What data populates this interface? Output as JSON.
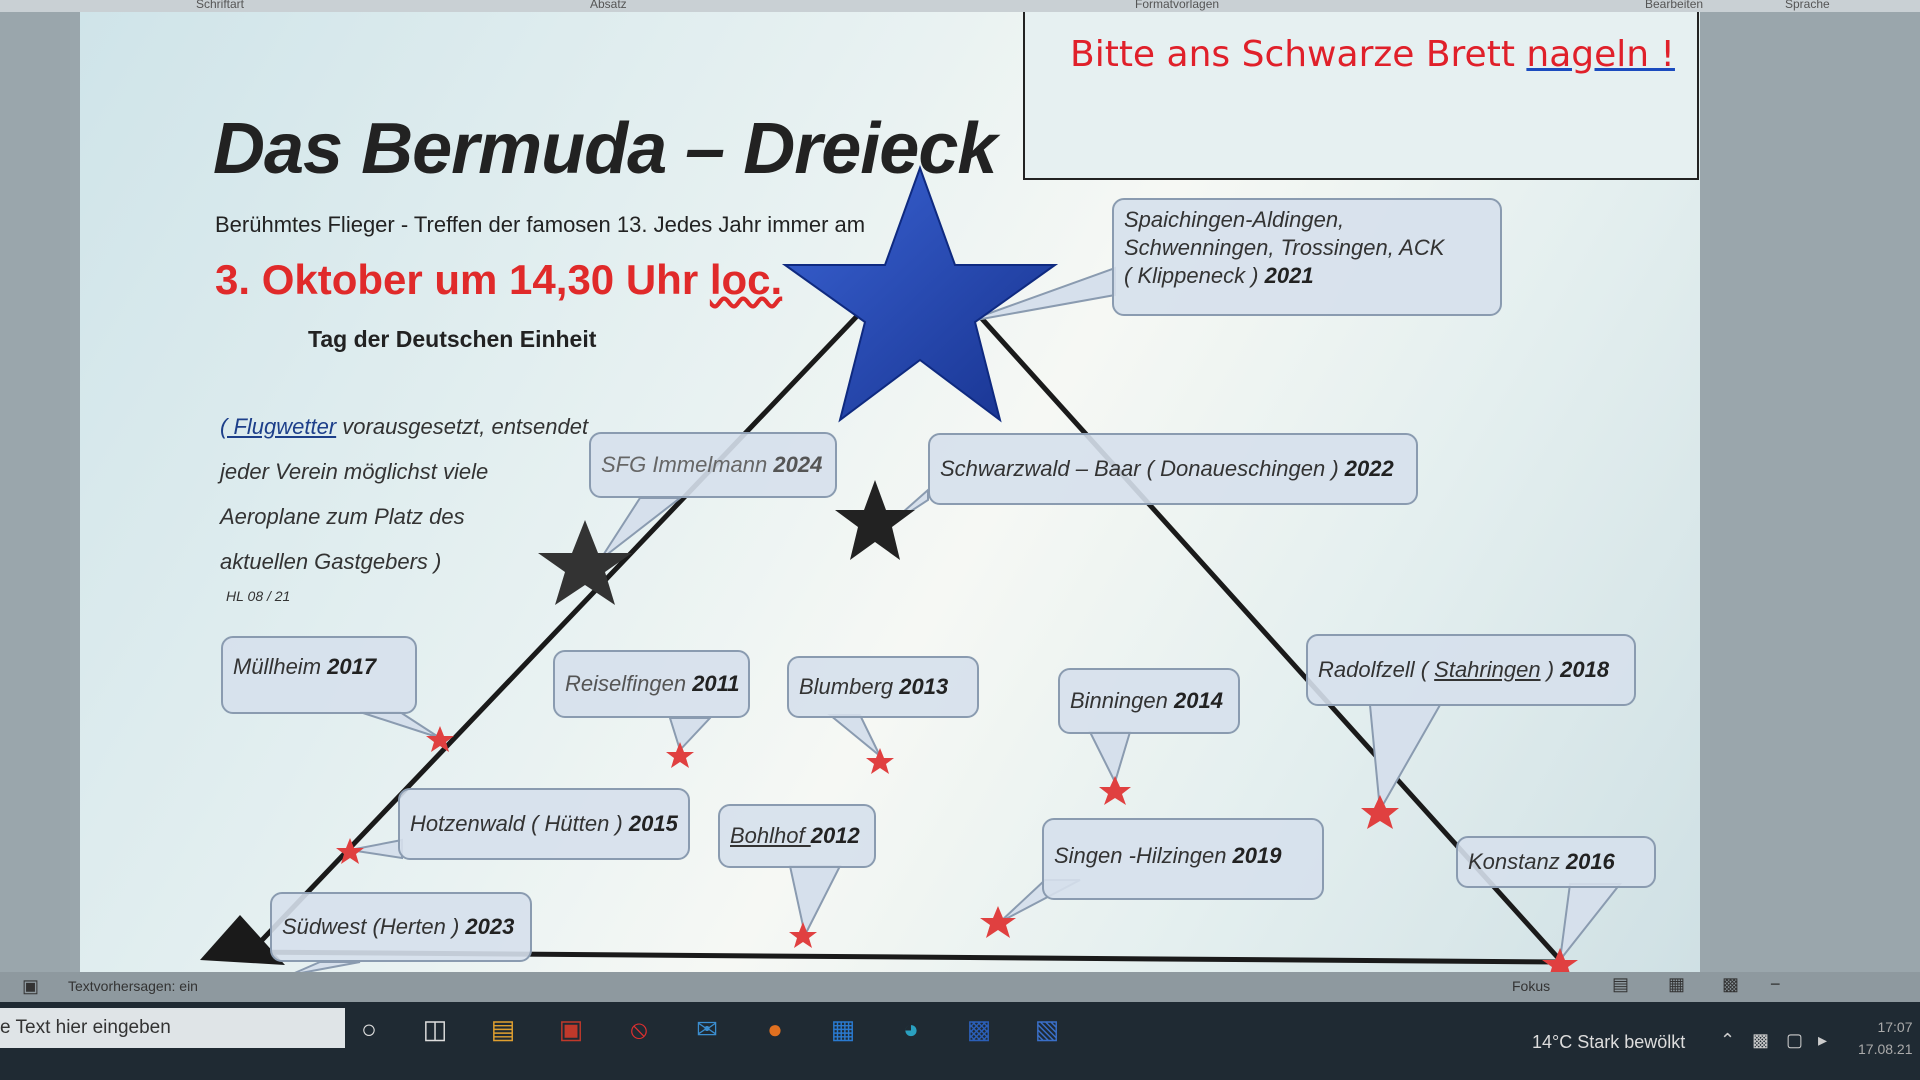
{
  "ribbon": {
    "labels": [
      "Schriftart",
      "Absatz",
      "Formatvorlagen",
      "Bearbeiten",
      "Sprache"
    ]
  },
  "notice": {
    "text": "Bitte ans Schwarze Brett ",
    "underlined": "nageln !"
  },
  "title": "Das Bermuda – Dreieck",
  "subtitle": "Berühmtes Flieger - Treffen der famosen 13. Jedes Jahr immer am",
  "date": {
    "main": "3. Oktober um 14,30 Uhr ",
    "underlined": "loc."
  },
  "holiday": "Tag der Deutschen Einheit",
  "paragraph": {
    "line1_underlined": "( Flugwetter",
    "line1_rest": " vorausgesetzt, entsendet",
    "line2": "jeder Verein möglichst viele",
    "line3": "Aeroplane zum Platz des",
    "line4": "aktuellen Gastgebers )"
  },
  "initials": "HL 08 / 21",
  "venues": {
    "spaichingen": {
      "line1": "Spaichingen-Aldingen,",
      "line2": "Schwenningen, Trossingen, ACK",
      "line3": "( Klippeneck ) ",
      "year": "2021"
    },
    "immelmann": {
      "name": "SFG Immelmann ",
      "year": "2024"
    },
    "schwarzwald": {
      "name": "Schwarzwald – Baar ( Donaueschingen ) ",
      "year": "2022"
    },
    "muellheim": {
      "name": "Müllheim  ",
      "year": "2017"
    },
    "reiselfingen": {
      "name": "Reiselfingen ",
      "year": "2011"
    },
    "blumberg": {
      "name": "Blumberg ",
      "year": "2013"
    },
    "binningen": {
      "name": "Binningen ",
      "year": "2014"
    },
    "radolfzell": {
      "name_a": "Radolfzell ( ",
      "name_u": "Stahringen",
      "name_b": " ) ",
      "year": "2018"
    },
    "hotzenwald": {
      "name": "Hotzenwald ( Hütten ) ",
      "year": "2015"
    },
    "bohlhof": {
      "name": "Bohlhof ",
      "year": "2012"
    },
    "singen": {
      "name": "Singen -Hilzingen ",
      "year": "2019"
    },
    "konstanz": {
      "name": "Konstanz ",
      "year": "2016"
    },
    "suedwest": {
      "name": "Südwest  (Herten ) ",
      "year": "2023"
    }
  },
  "statusbar": {
    "predictions": "Textvorhersagen: ein",
    "focus": "Fokus"
  },
  "taskbar": {
    "search_placeholder": "e Text hier eingeben",
    "weather": "14°C  Stark bewölkt",
    "time": "17:07",
    "date": "17.08.21"
  },
  "colors": {
    "accent_red": "#e02a2a",
    "star_blue": "#1e3fa8",
    "box_border": "#8a9bb0"
  }
}
